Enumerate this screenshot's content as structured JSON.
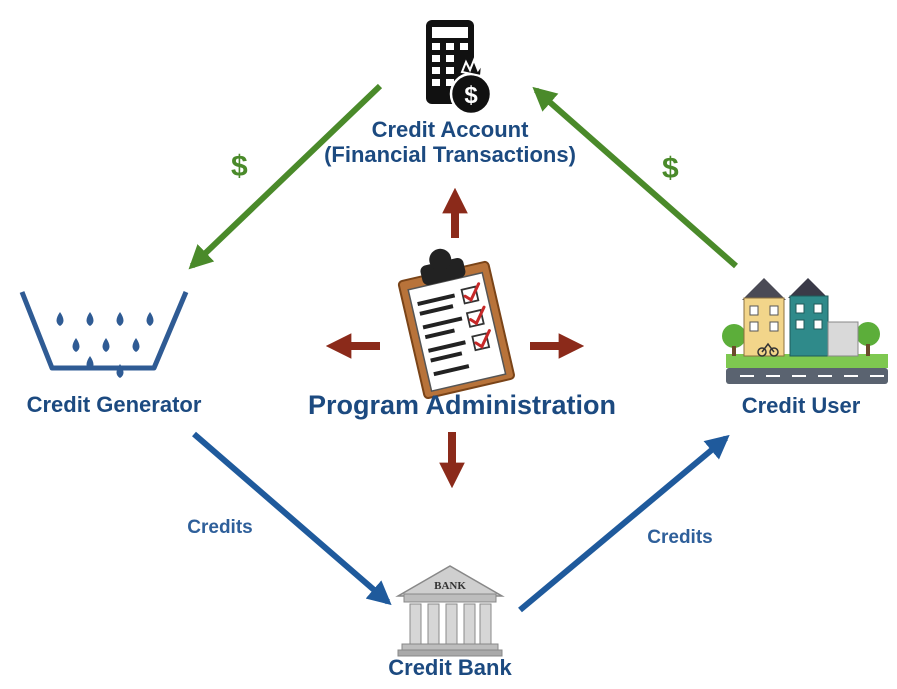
{
  "nodes": {
    "credit_account": {
      "label_line1": "Credit Account",
      "label_line2": "(Financial Transactions)",
      "icon": "calculator-money-bag-icon"
    },
    "program_admin": {
      "label": "Program Administration",
      "icon": "clipboard-checklist-icon"
    },
    "credit_generator": {
      "label": "Credit Generator",
      "icon": "water-basin-drops-icon"
    },
    "credit_user": {
      "label": "Credit User",
      "icon": "houses-street-icon"
    },
    "credit_bank": {
      "label": "Credit Bank",
      "icon": "bank-building-icon",
      "sign": "BANK"
    }
  },
  "edges": {
    "account_to_generator": {
      "label": "$"
    },
    "user_to_account": {
      "label": "$"
    },
    "generator_to_bank": {
      "label": "Credits"
    },
    "bank_to_user": {
      "label": "Credits"
    }
  },
  "colors": {
    "label": "#1c4a80",
    "money_arrow": "#4a8a2a",
    "credit_arrow": "#1f5a9c",
    "admin_arrow": "#8b2a1a"
  }
}
